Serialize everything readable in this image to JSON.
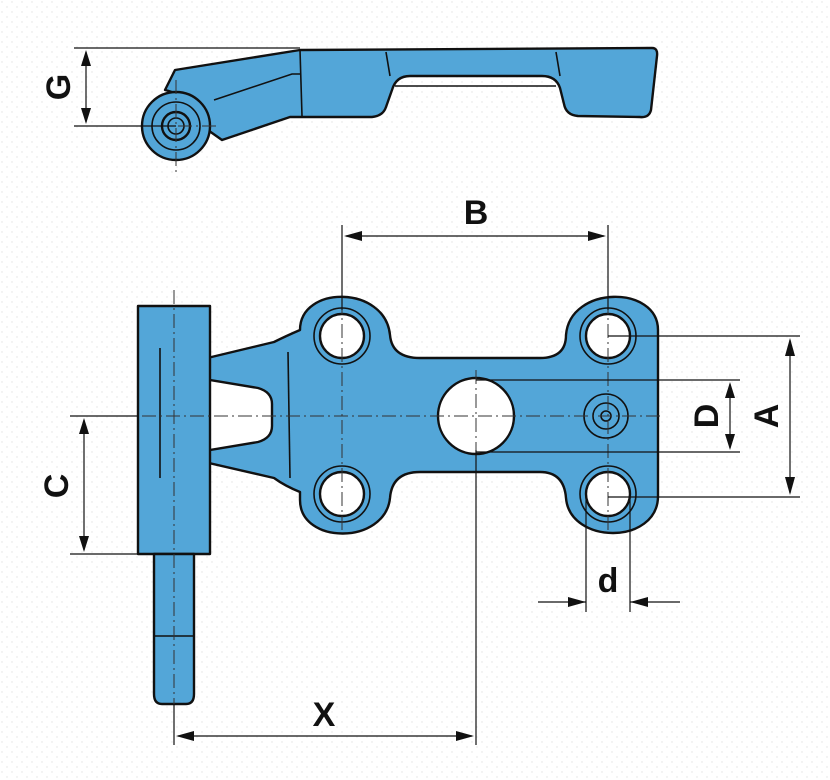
{
  "diagram": {
    "part_color": "#53a6d8",
    "line_color": "#111111",
    "background": "#ffffff",
    "labels": {
      "g": "G",
      "b": "B",
      "a": "A",
      "d_upper": "D",
      "c": "C",
      "d_lower": "d",
      "x": "X"
    }
  }
}
